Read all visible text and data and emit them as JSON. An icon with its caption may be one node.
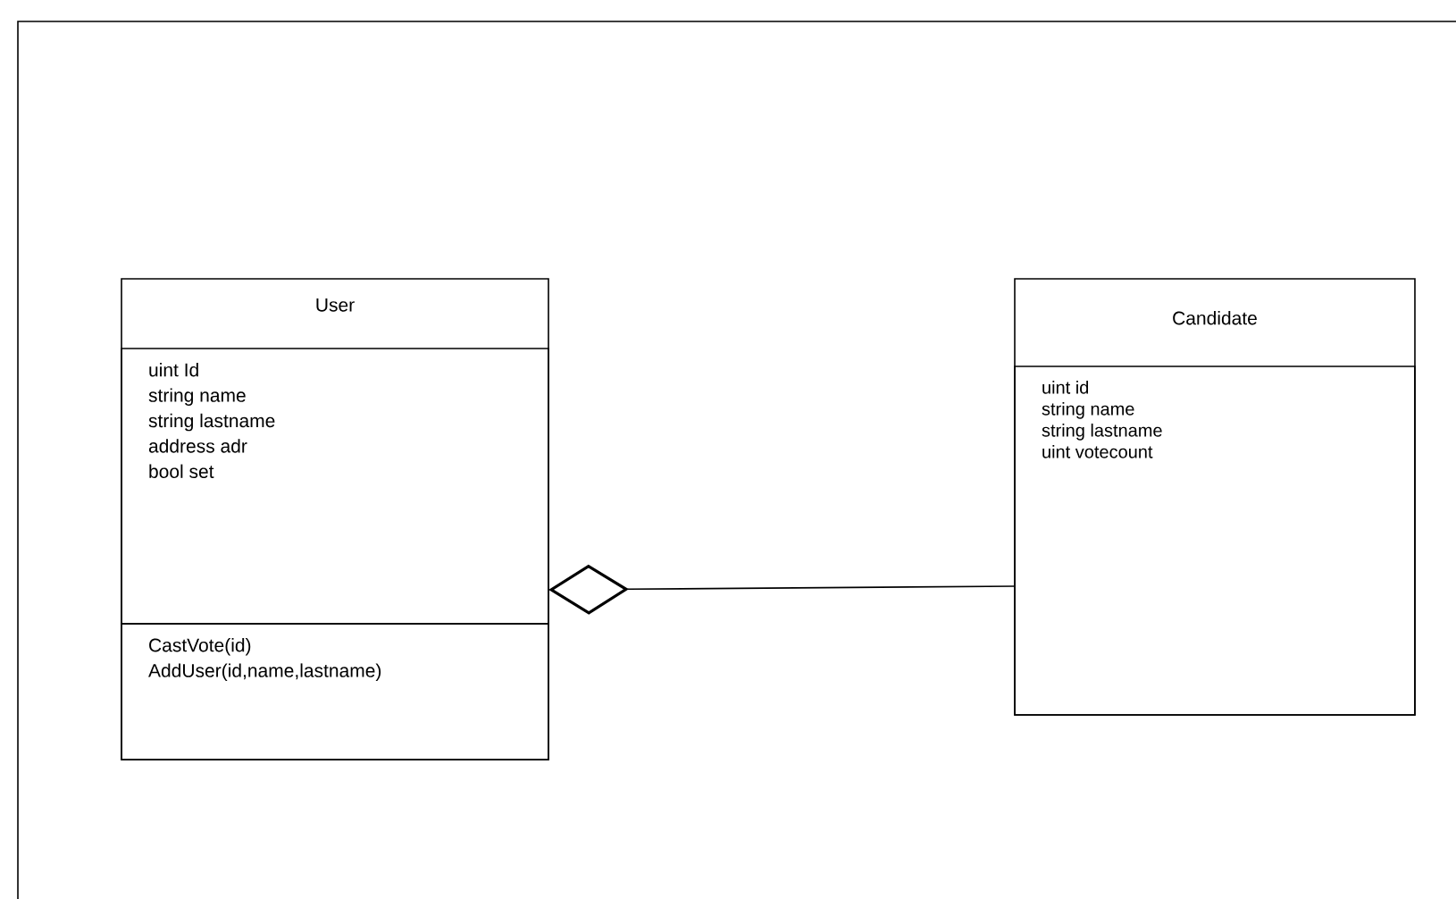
{
  "diagram": {
    "nodes": [
      {
        "text": [
          "User"
        ]
      },
      {
        "text": [
          "uint Id",
          "string name",
          "string lastname",
          "address adr",
          "bool set"
        ],
        "in": 0
      },
      {
        "text": [
          "CastVote(id)",
          "AddUser(id,name,lastname)"
        ],
        "in": 0
      },
      {
        "text": [
          "Candidate"
        ]
      },
      {
        "text": [
          "uint id",
          "string name",
          "string lastname",
          "uint votecount"
        ],
        "in": 3
      }
    ],
    "edges": [
      {
        "from": 0,
        "to": 3,
        "arrow": "other"
      }
    ]
  }
}
